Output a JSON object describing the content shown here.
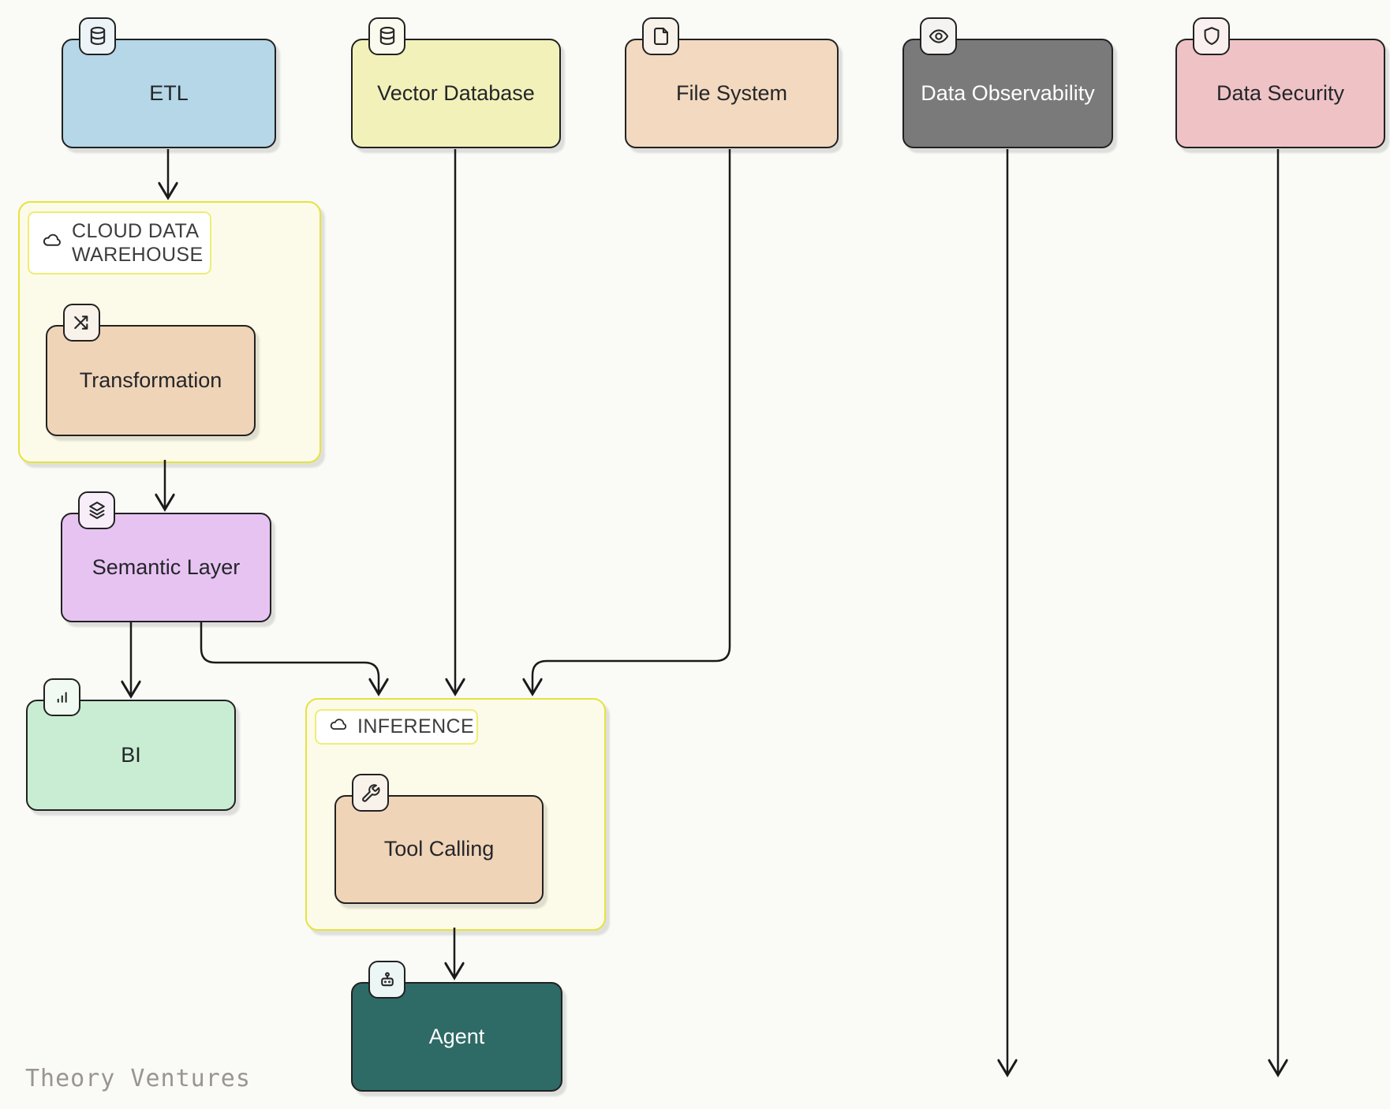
{
  "watermark": "Theory Ventures",
  "colors": {
    "canvas_bg": "#fafaf7",
    "node_border": "#212121",
    "edge": "#1a1a1a",
    "container_fill": "#fcfbe9",
    "container_border": "#e5e33f",
    "etl_fill": "#b5d7e7",
    "vector_database_fill": "#f2f1ba",
    "file_system_fill": "#f2d9bf",
    "data_observability_fill": "#7b7a7b",
    "data_security_fill": "#efc3c6",
    "transformation_fill": "#f0d4b8",
    "semantic_layer_fill": "#e7c3f2",
    "bi_fill": "#c9edd2",
    "tool_calling_fill": "#f0d4b8",
    "agent_fill": "#2e6a66"
  },
  "nodes": {
    "etl": {
      "label": "ETL",
      "icon": "database-icon"
    },
    "vector_database": {
      "label": "Vector Database",
      "icon": "database-icon"
    },
    "file_system": {
      "label": "File System",
      "icon": "file-icon"
    },
    "data_observability": {
      "label": "Data Observability",
      "icon": "eye-icon"
    },
    "data_security": {
      "label": "Data Security",
      "icon": "shield-icon"
    },
    "transformation": {
      "label": "Transformation",
      "icon": "shuffle-icon"
    },
    "semantic_layer": {
      "label": "Semantic Layer",
      "icon": "layers-icon"
    },
    "bi": {
      "label": "BI",
      "icon": "bar-chart-icon"
    },
    "tool_calling": {
      "label": "Tool Calling",
      "icon": "wrench-icon"
    },
    "agent": {
      "label": "Agent",
      "icon": "robot-icon"
    }
  },
  "containers": {
    "cloud_data_warehouse": {
      "label": "CLOUD DATA WAREHOUSE",
      "icon": "cloud-icon"
    },
    "inference": {
      "label": "INFERENCE",
      "icon": "cloud-icon"
    }
  },
  "edges": [
    {
      "from": "ETL",
      "to": "Cloud Data Warehouse"
    },
    {
      "from": "Cloud Data Warehouse",
      "to": "Semantic Layer"
    },
    {
      "from": "Semantic Layer",
      "to": "BI"
    },
    {
      "from": "Semantic Layer",
      "to": "Inference"
    },
    {
      "from": "Vector Database",
      "to": "Inference"
    },
    {
      "from": "File System",
      "to": "Inference"
    },
    {
      "from": "Inference",
      "to": "Agent"
    },
    {
      "from": "Data Observability",
      "to": "(canvas bottom)"
    },
    {
      "from": "Data Security",
      "to": "(canvas bottom)"
    }
  ]
}
